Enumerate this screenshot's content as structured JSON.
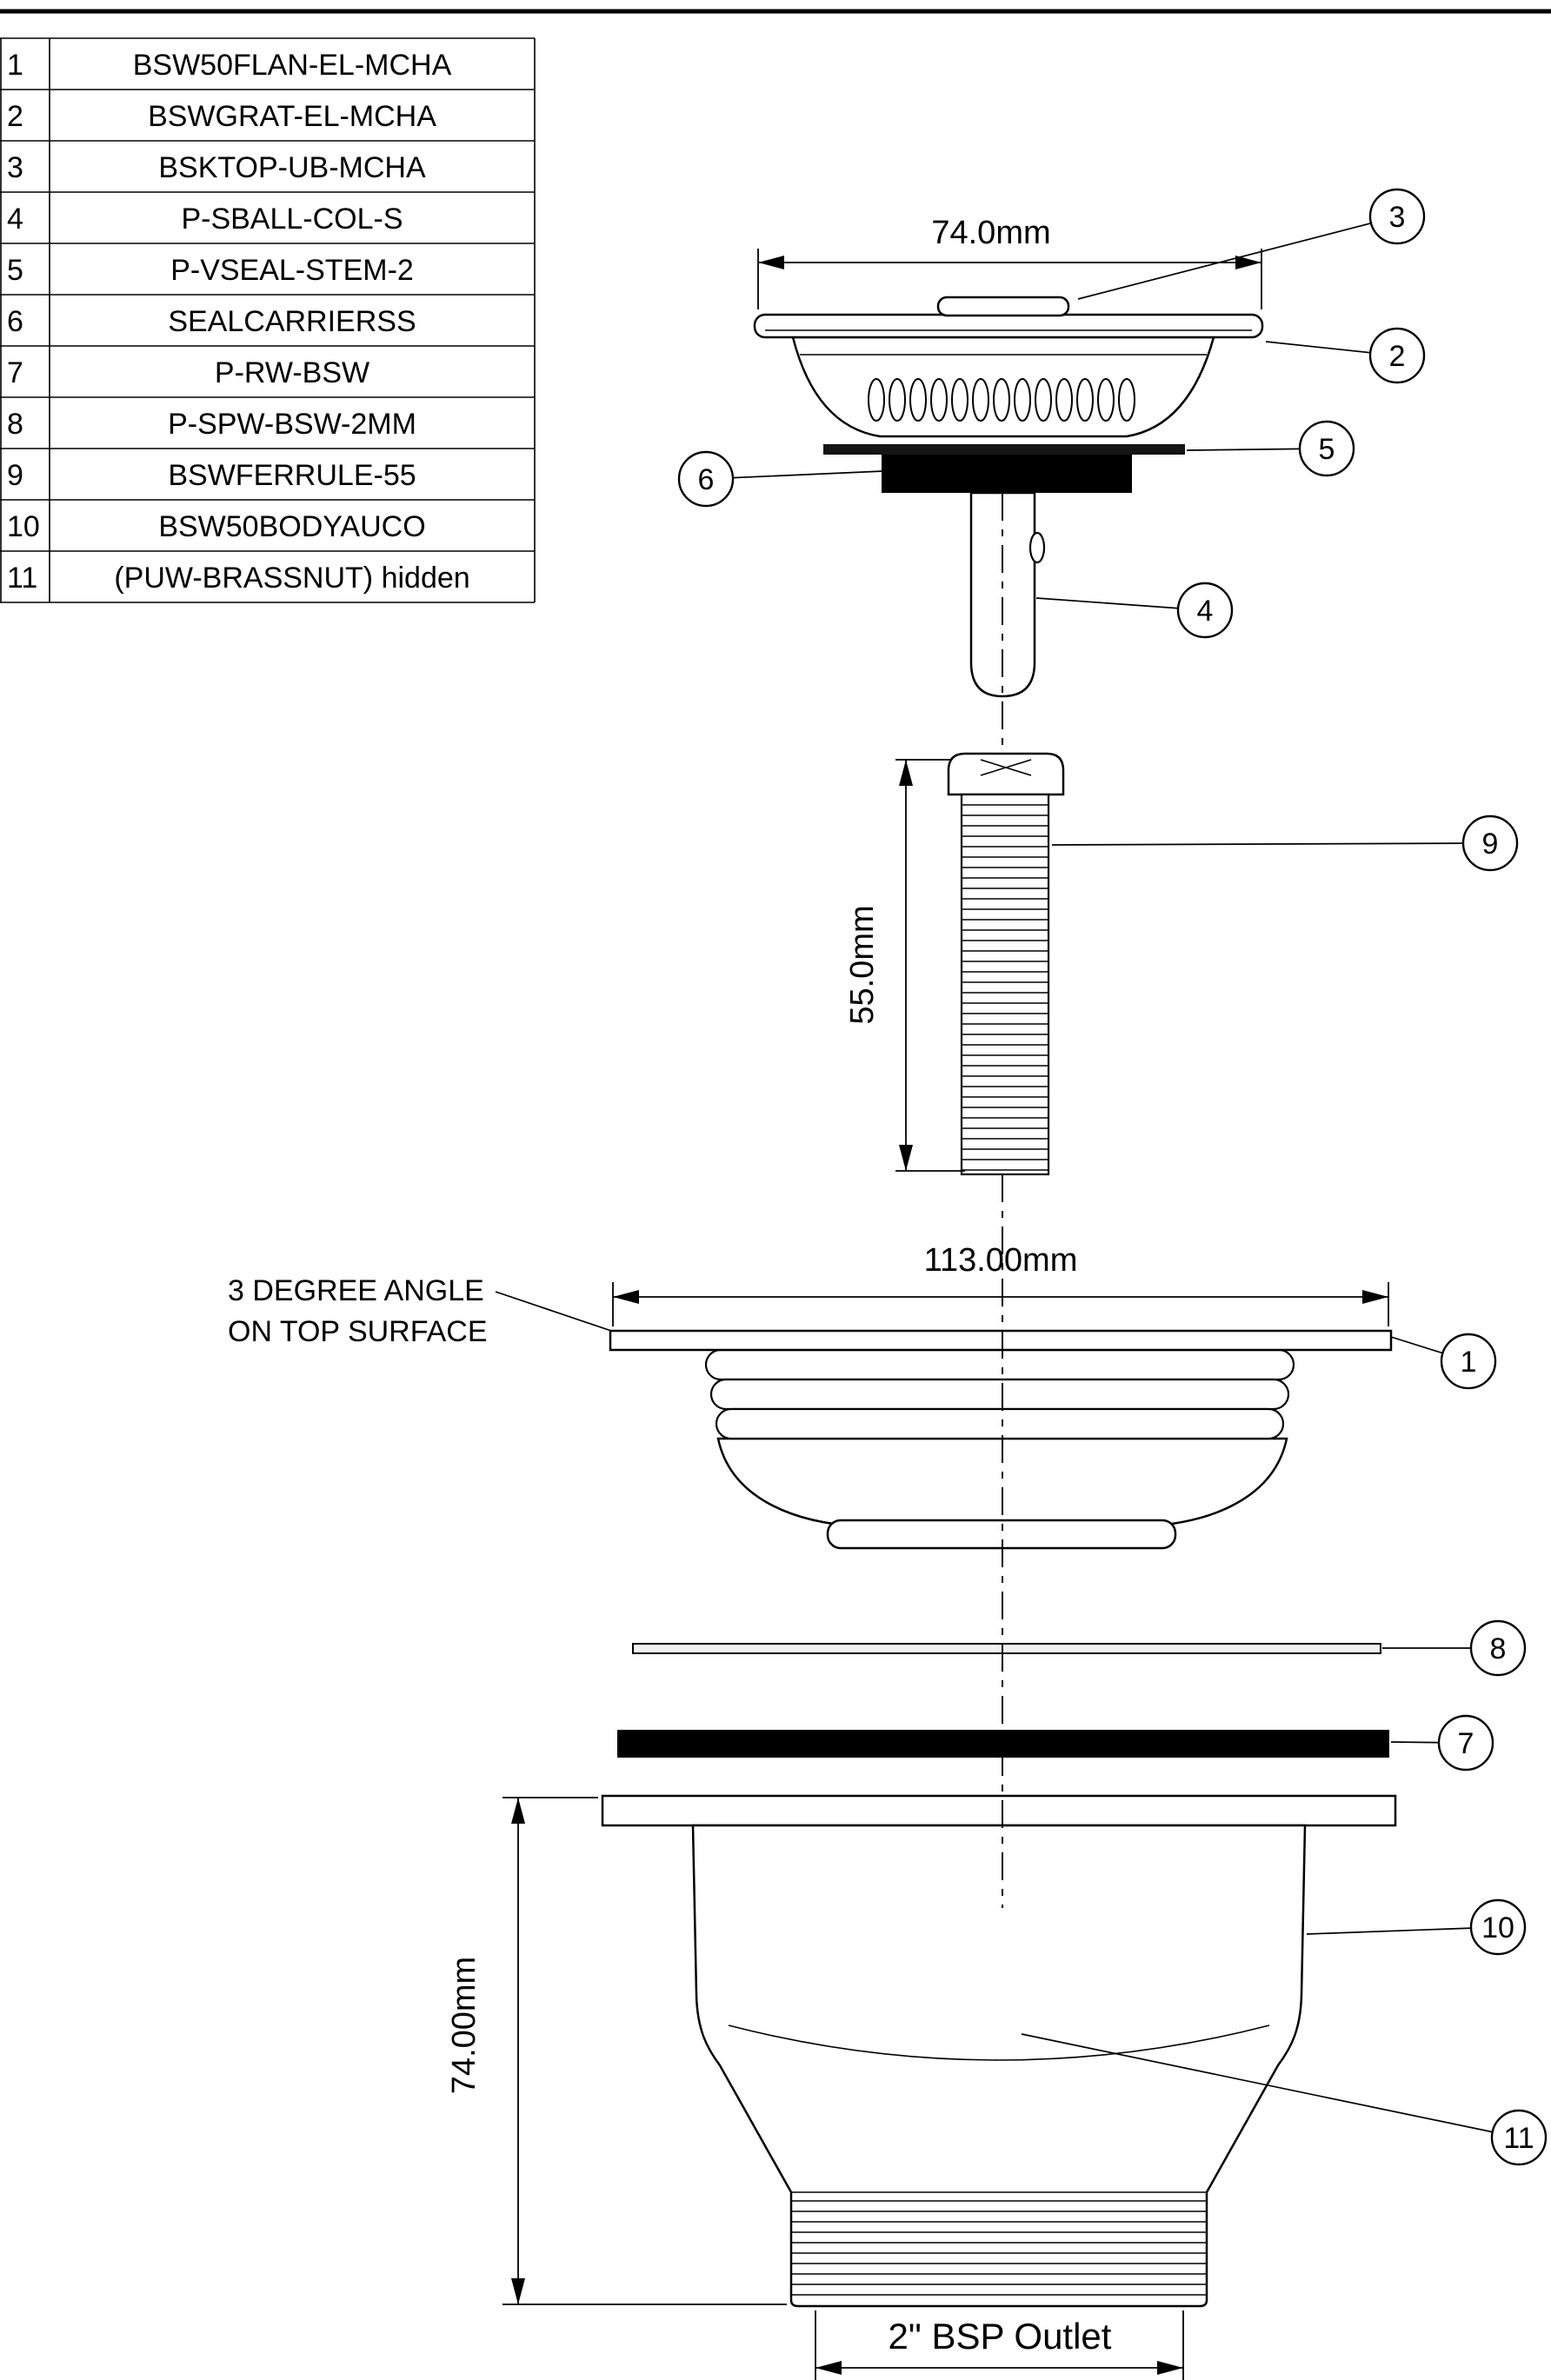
{
  "parts_table": {
    "rows": [
      {
        "num": "1",
        "part": "BSW50FLAN-EL-MCHA"
      },
      {
        "num": "2",
        "part": "BSWGRAT-EL-MCHA"
      },
      {
        "num": "3",
        "part": "BSKTOP-UB-MCHA"
      },
      {
        "num": "4",
        "part": "P-SBALL-COL-S"
      },
      {
        "num": "5",
        "part": "P-VSEAL-STEM-2"
      },
      {
        "num": "6",
        "part": "SEALCARRIERSS"
      },
      {
        "num": "7",
        "part": "P-RW-BSW"
      },
      {
        "num": "8",
        "part": "P-SPW-BSW-2MM"
      },
      {
        "num": "9",
        "part": "BSWFERRULE-55"
      },
      {
        "num": "10",
        "part": "BSW50BODYAUCO"
      },
      {
        "num": "11",
        "part": "(PUW-BRASSNUT) hidden"
      }
    ]
  },
  "dimensions": {
    "grating_width": "74.0mm",
    "ferrule_length": "55.0mm",
    "flange_width": "113.00mm",
    "body_height": "74.00mm",
    "outlet": "2\" BSP Outlet"
  },
  "notes": {
    "angle_line1": "3 DEGREE ANGLE",
    "angle_line2": "ON TOP SURFACE"
  },
  "balloons": [
    {
      "label": "1"
    },
    {
      "label": "2"
    },
    {
      "label": "3"
    },
    {
      "label": "4"
    },
    {
      "label": "5"
    },
    {
      "label": "6"
    },
    {
      "label": "7"
    },
    {
      "label": "8"
    },
    {
      "label": "9"
    },
    {
      "label": "10"
    },
    {
      "label": "11"
    }
  ],
  "colors": {
    "line": "#000000",
    "background": "#ffffff"
  }
}
